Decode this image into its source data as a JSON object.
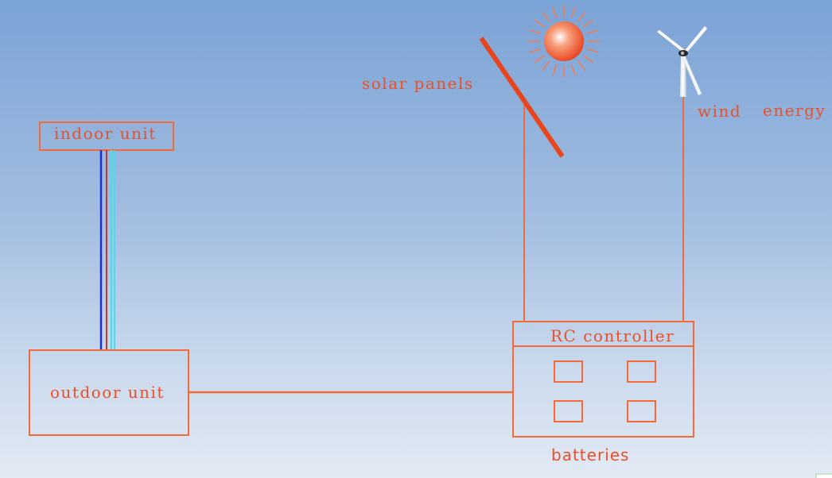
{
  "labels": {
    "indoor_unit": "indoor unit",
    "outdoor_unit": "outdoor unit",
    "solar_panels": "solar panels",
    "wind": "wind",
    "energy": "energy",
    "rc_controller": "RC controller",
    "batteries": "batteries"
  },
  "colors": {
    "line": "#f26a3a",
    "panel": "#e8451c",
    "text": "#e8502a",
    "sun": "#f4552e",
    "wire_blue": "#1a2ee0",
    "wire_red": "#c0392b",
    "wire_cyan": "#3fe0f0"
  },
  "icons": [
    "sun-icon",
    "wind-turbine-icon",
    "solar-panel-icon",
    "battery-cell-icon"
  ]
}
